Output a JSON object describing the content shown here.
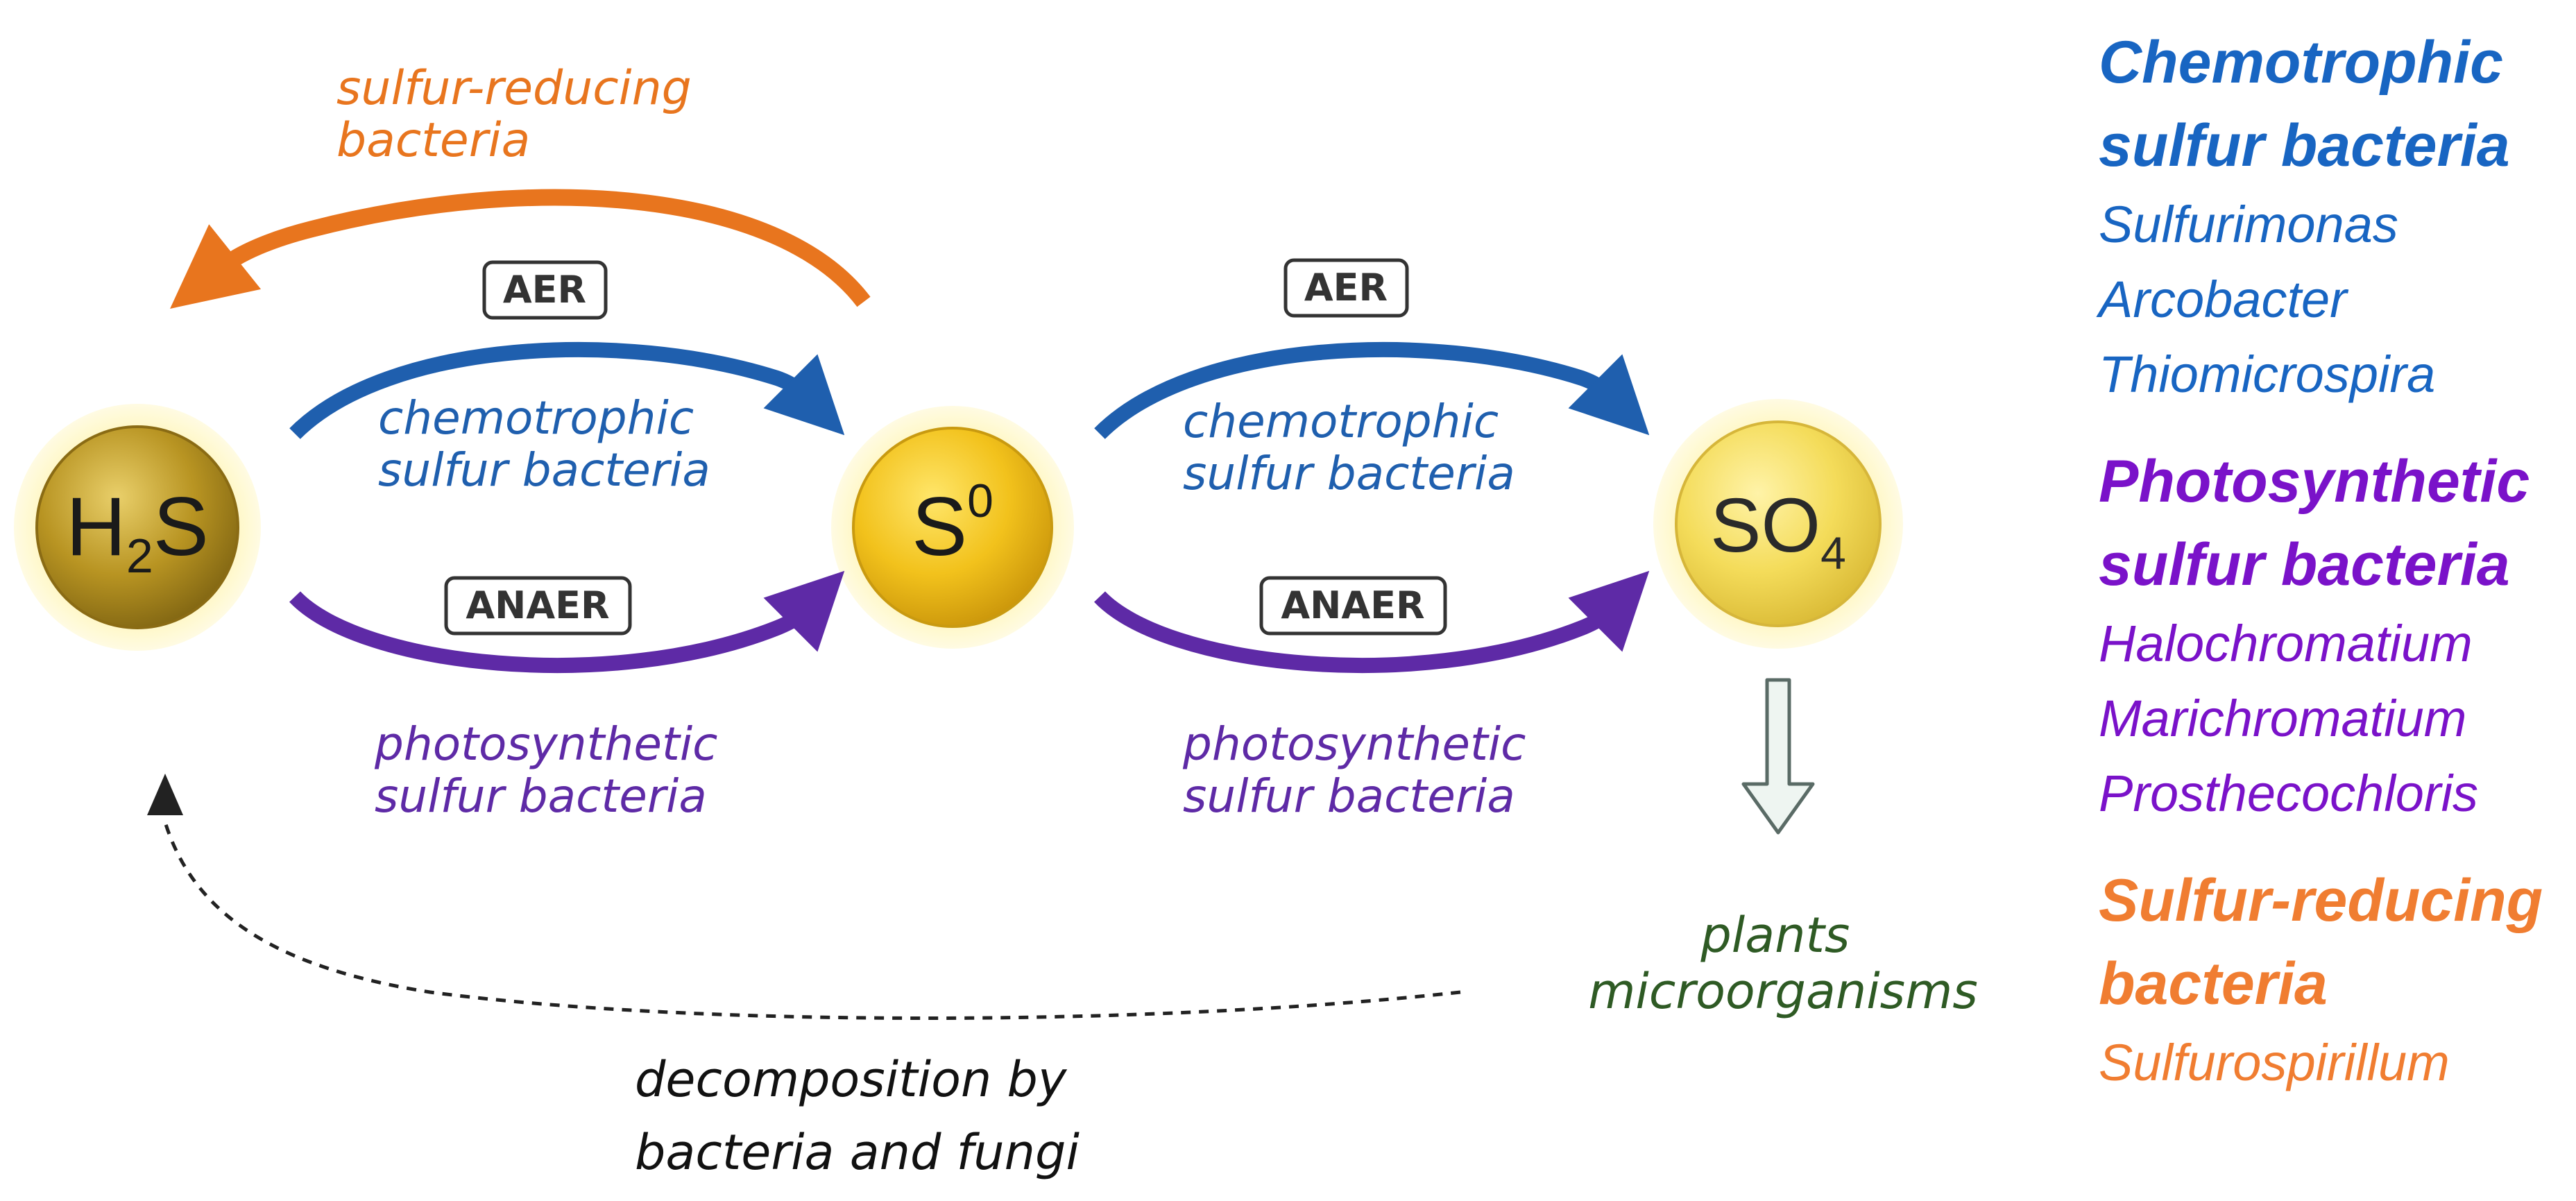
{
  "colors": {
    "chemotrophic": "#1f5fae",
    "photosynthetic": "#5e2aa6",
    "reducing": "#e8751e",
    "plants": "#2e5a24",
    "legend_chemo": "#1865c2",
    "legend_photo": "#7a12c9",
    "legend_reduce": "#f07d31"
  },
  "nodes": {
    "h2s": {
      "main": "H",
      "sub": "2",
      "tail": "S"
    },
    "s0": {
      "main": "S",
      "sup": "0"
    },
    "so4": {
      "main": "SO",
      "sub": "4"
    }
  },
  "reducing_label": {
    "line1": "sulfur-reducing",
    "line2": "bacteria"
  },
  "conditions": {
    "aer": "AER",
    "anaer": "ANAER"
  },
  "pathway_labels": {
    "chemo": {
      "line1": "chemotrophic",
      "line2": "sulfur bacteria"
    },
    "photo": {
      "line1": "photosynthetic",
      "line2": "sulfur bacteria"
    }
  },
  "plants_label": {
    "line1": "plants",
    "line2": "microorganisms"
  },
  "decomposition_label": {
    "line1": "decomposition by",
    "line2": "bacteria and fungi"
  },
  "legend": [
    {
      "heading1": "Chemotrophic",
      "heading2": "sulfur bacteria",
      "items": [
        "Sulfurimonas",
        "Arcobacter",
        "Thiomicrospira"
      ]
    },
    {
      "heading1": "Photosynthetic",
      "heading2": "sulfur bacteria",
      "items": [
        "Halochromatium",
        "Marichromatium",
        "Prosthecochloris"
      ]
    },
    {
      "heading1": "Sulfur-reducing",
      "heading2": "bacteria",
      "items": [
        "Sulfurospirillum"
      ]
    }
  ]
}
